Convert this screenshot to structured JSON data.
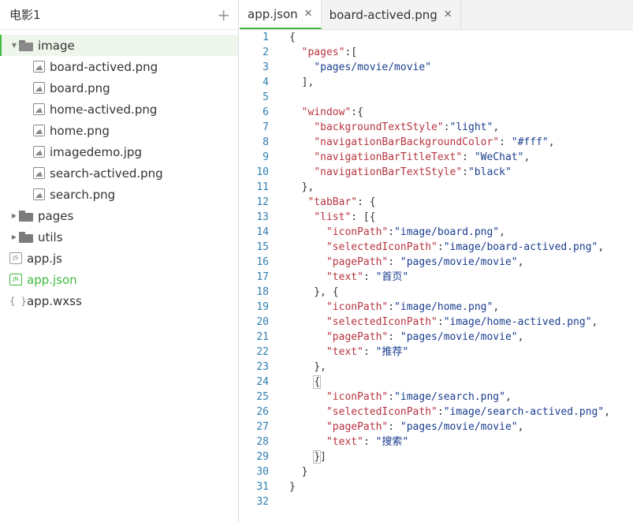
{
  "sidebar": {
    "project_title": "电影1",
    "add_symbol": "+",
    "tree": [
      {
        "type": "folder",
        "label": "image",
        "open": true,
        "depth": 0,
        "selected": true
      },
      {
        "type": "image",
        "label": "board-actived.png",
        "depth": 1
      },
      {
        "type": "image",
        "label": "board.png",
        "depth": 1
      },
      {
        "type": "image",
        "label": "home-actived.png",
        "depth": 1
      },
      {
        "type": "image",
        "label": "home.png",
        "depth": 1
      },
      {
        "type": "image",
        "label": "imagedemo.jpg",
        "depth": 1
      },
      {
        "type": "image",
        "label": "search-actived.png",
        "depth": 1
      },
      {
        "type": "image",
        "label": "search.png",
        "depth": 1
      },
      {
        "type": "folder",
        "label": "pages",
        "open": false,
        "depth": 0
      },
      {
        "type": "folder",
        "label": "utils",
        "open": false,
        "depth": 0
      },
      {
        "type": "js",
        "label": "app.js",
        "badge": "JS",
        "depth": 0
      },
      {
        "type": "json",
        "label": "app.json",
        "badge": "JN",
        "depth": 0,
        "active": true
      },
      {
        "type": "wxss",
        "label": "app.wxss",
        "badge": "{ }",
        "depth": 0
      }
    ]
  },
  "editor": {
    "tabs": [
      {
        "label": "app.json",
        "active": true,
        "close": "✕"
      },
      {
        "label": "board-actived.png",
        "active": false,
        "close": "✕"
      }
    ],
    "lines": [
      [
        [
          "p",
          "{"
        ]
      ],
      [
        [
          "p",
          "  "
        ],
        [
          "k",
          "\"pages\""
        ],
        [
          "p",
          ":["
        ]
      ],
      [
        [
          "p",
          "    "
        ],
        [
          "s",
          "\"pages/movie/movie\""
        ]
      ],
      [
        [
          "p",
          "  ],"
        ]
      ],
      [],
      [
        [
          "p",
          "  "
        ],
        [
          "k",
          "\"window\""
        ],
        [
          "p",
          ":{"
        ]
      ],
      [
        [
          "p",
          "    "
        ],
        [
          "k",
          "\"backgroundTextStyle\""
        ],
        [
          "p",
          ":"
        ],
        [
          "s",
          "\"light\""
        ],
        [
          "p",
          ","
        ]
      ],
      [
        [
          "p",
          "    "
        ],
        [
          "k",
          "\"navigationBarBackgroundColor\""
        ],
        [
          "p",
          ": "
        ],
        [
          "s",
          "\"#fff\""
        ],
        [
          "p",
          ","
        ]
      ],
      [
        [
          "p",
          "    "
        ],
        [
          "k",
          "\"navigationBarTitleText\""
        ],
        [
          "p",
          ": "
        ],
        [
          "s",
          "\"WeChat\""
        ],
        [
          "p",
          ","
        ]
      ],
      [
        [
          "p",
          "    "
        ],
        [
          "k",
          "\"navigationBarTextStyle\""
        ],
        [
          "p",
          ":"
        ],
        [
          "s",
          "\"black\""
        ]
      ],
      [
        [
          "p",
          "  },"
        ]
      ],
      [
        [
          "p",
          "   "
        ],
        [
          "k",
          "\"tabBar\""
        ],
        [
          "p",
          ": {"
        ]
      ],
      [
        [
          "p",
          "    "
        ],
        [
          "k",
          "\"list\""
        ],
        [
          "p",
          ": [{"
        ]
      ],
      [
        [
          "p",
          "      "
        ],
        [
          "k",
          "\"iconPath\""
        ],
        [
          "p",
          ":"
        ],
        [
          "s",
          "\"image/board.png\""
        ],
        [
          "p",
          ","
        ]
      ],
      [
        [
          "p",
          "      "
        ],
        [
          "k",
          "\"selectedIconPath\""
        ],
        [
          "p",
          ":"
        ],
        [
          "s",
          "\"image/board-actived.png\""
        ],
        [
          "p",
          ","
        ]
      ],
      [
        [
          "p",
          "      "
        ],
        [
          "k",
          "\"pagePath\""
        ],
        [
          "p",
          ": "
        ],
        [
          "s",
          "\"pages/movie/movie\""
        ],
        [
          "p",
          ","
        ]
      ],
      [
        [
          "p",
          "      "
        ],
        [
          "k",
          "\"text\""
        ],
        [
          "p",
          ": "
        ],
        [
          "s",
          "\"首页\""
        ]
      ],
      [
        [
          "p",
          "    }, {"
        ]
      ],
      [
        [
          "p",
          "      "
        ],
        [
          "k",
          "\"iconPath\""
        ],
        [
          "p",
          ":"
        ],
        [
          "s",
          "\"image/home.png\""
        ],
        [
          "p",
          ","
        ]
      ],
      [
        [
          "p",
          "      "
        ],
        [
          "k",
          "\"selectedIconPath\""
        ],
        [
          "p",
          ":"
        ],
        [
          "s",
          "\"image/home-actived.png\""
        ],
        [
          "p",
          ","
        ]
      ],
      [
        [
          "p",
          "      "
        ],
        [
          "k",
          "\"pagePath\""
        ],
        [
          "p",
          ": "
        ],
        [
          "s",
          "\"pages/movie/movie\""
        ],
        [
          "p",
          ","
        ]
      ],
      [
        [
          "p",
          "      "
        ],
        [
          "k",
          "\"text\""
        ],
        [
          "p",
          ": "
        ],
        [
          "s",
          "\"推荐\""
        ]
      ],
      [
        [
          "p",
          "    },"
        ]
      ],
      [
        [
          "p",
          "    "
        ],
        [
          "h",
          "{"
        ]
      ],
      [
        [
          "p",
          "      "
        ],
        [
          "k",
          "\"iconPath\""
        ],
        [
          "p",
          ":"
        ],
        [
          "s",
          "\"image/search.png\""
        ],
        [
          "p",
          ","
        ]
      ],
      [
        [
          "p",
          "      "
        ],
        [
          "k",
          "\"selectedIconPath\""
        ],
        [
          "p",
          ":"
        ],
        [
          "s",
          "\"image/search-actived.png\""
        ],
        [
          "p",
          ","
        ]
      ],
      [
        [
          "p",
          "      "
        ],
        [
          "k",
          "\"pagePath\""
        ],
        [
          "p",
          ": "
        ],
        [
          "s",
          "\"pages/movie/movie\""
        ],
        [
          "p",
          ","
        ]
      ],
      [
        [
          "p",
          "      "
        ],
        [
          "k",
          "\"text\""
        ],
        [
          "p",
          ": "
        ],
        [
          "s",
          "\"搜索\""
        ]
      ],
      [
        [
          "p",
          "    "
        ],
        [
          "h",
          "}"
        ],
        [
          "p",
          "]"
        ]
      ],
      [
        [
          "p",
          "  }"
        ]
      ],
      [
        [
          "p",
          "}"
        ]
      ],
      []
    ]
  }
}
